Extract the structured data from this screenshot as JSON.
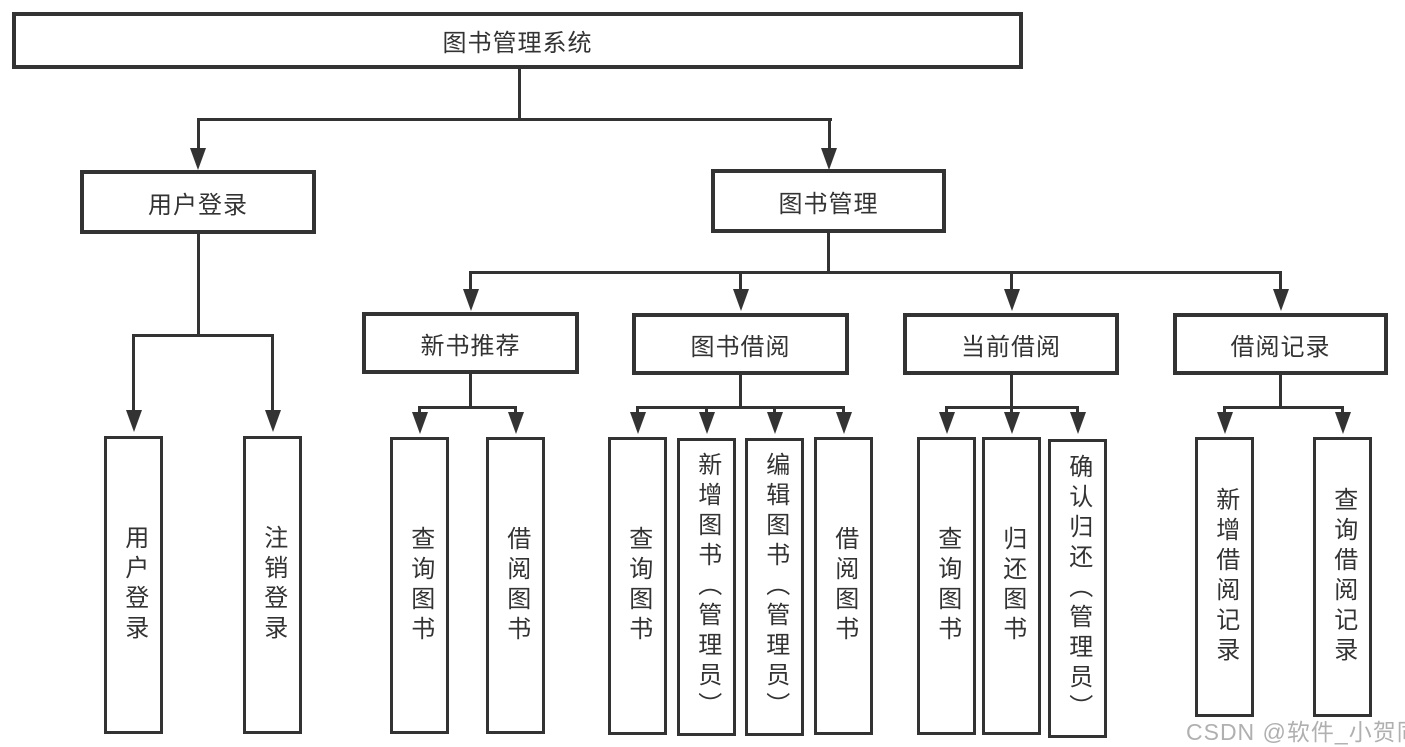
{
  "diagram": {
    "root": {
      "label": "图书管理系统"
    },
    "branches": [
      {
        "label": "用户登录",
        "children": [
          {
            "label": "用户登录"
          },
          {
            "label": "注销登录"
          }
        ]
      },
      {
        "label": "图书管理",
        "children": [
          {
            "label": "新书推荐",
            "children": [
              {
                "label": "查询图书"
              },
              {
                "label": "借阅图书"
              }
            ]
          },
          {
            "label": "图书借阅",
            "children": [
              {
                "label": "查询图书"
              },
              {
                "label": "新增图书（管理员）"
              },
              {
                "label": "编辑图书（管理员）"
              },
              {
                "label": "借阅图书"
              }
            ]
          },
          {
            "label": "当前借阅",
            "children": [
              {
                "label": "查询图书"
              },
              {
                "label": "归还图书"
              },
              {
                "label": "确认归还（管理员）"
              }
            ]
          },
          {
            "label": "借阅记录",
            "children": [
              {
                "label": "新增借阅记录"
              },
              {
                "label": "查询借阅记录"
              }
            ]
          }
        ]
      }
    ],
    "watermark": "CSDN @软件_小贺同学",
    "colors": {
      "line": "#333333",
      "text": "#333333",
      "watermark": "#b0b0b0",
      "background": "#ffffff"
    }
  }
}
